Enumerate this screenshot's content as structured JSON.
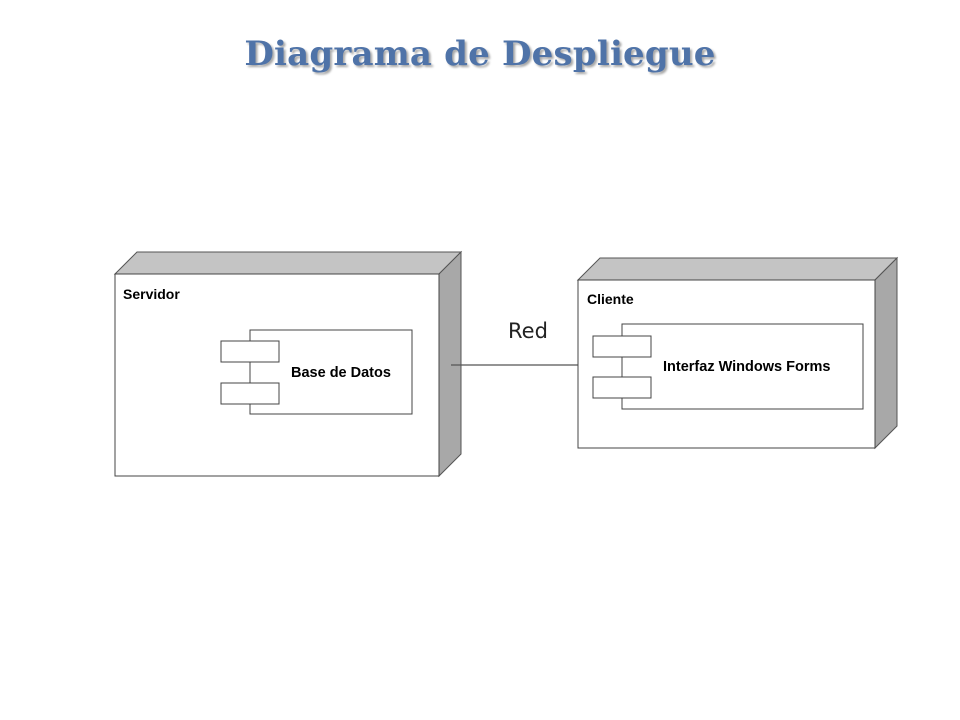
{
  "title": "Diagrama de Despliegue",
  "colors": {
    "title": "#4f73a8",
    "node_side": "#a8a8a8",
    "node_top": "#c4c4c4",
    "line": "#555555"
  },
  "nodes": {
    "servidor": {
      "label": "Servidor",
      "component": "Base de Datos"
    },
    "cliente": {
      "label": "Cliente",
      "component": "Interfaz Windows Forms"
    }
  },
  "link": {
    "label": "Red"
  }
}
